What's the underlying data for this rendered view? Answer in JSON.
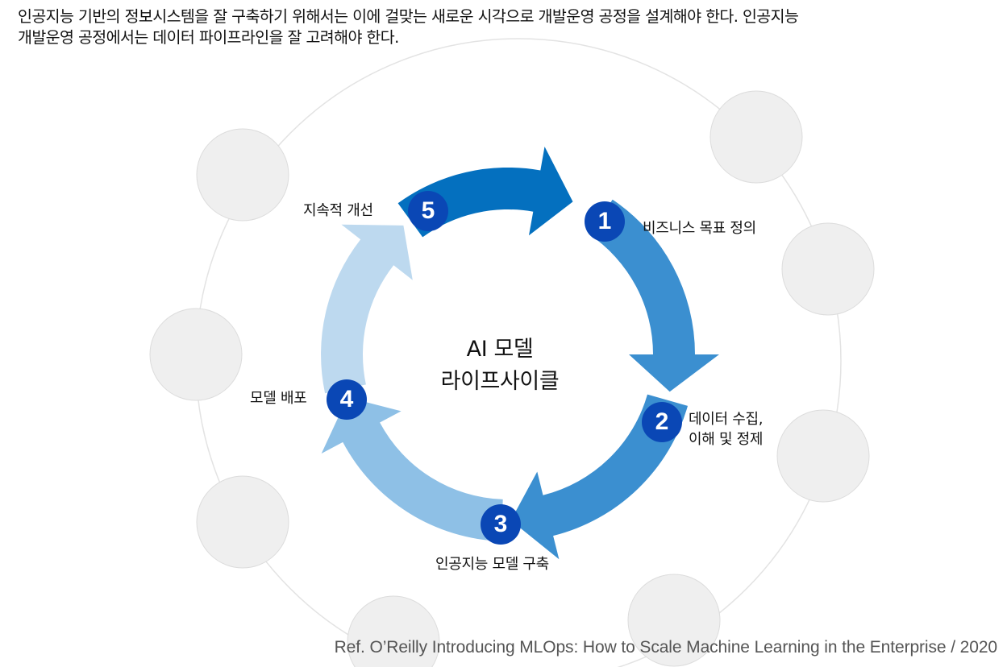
{
  "intro": {
    "line1": "인공지능 기반의 정보시스템을 잘 구축하기 위해서는 이에 걸맞는 새로운 시각으로 개발운영 공정을 설계해야 한다. 인공지능",
    "line2": "개발운영 공정에서는 데이터 파이프라인을 잘 고려해야 한다."
  },
  "diagram": {
    "center_line1": "AI 모델",
    "center_line2": "라이프사이클",
    "colors": {
      "arrow_dark": "#0470bf",
      "arrow_mid": "#3b8fd0",
      "arrow_light": "#8ec0e6",
      "arrow_lightest": "#bdd9ef",
      "badge": "#0a47b5",
      "decor_circle": "#efefef",
      "guide_ring": "#e3e3e3"
    },
    "steps": [
      {
        "number": "1",
        "label": "비즈니스 목표 정의"
      },
      {
        "number": "2",
        "label_line1": "데이터 수집,",
        "label_line2": "이해 및 정제"
      },
      {
        "number": "3",
        "label": "인공지능 모델 구축"
      },
      {
        "number": "4",
        "label": "모델 배포"
      },
      {
        "number": "5",
        "label": "지속적 개선"
      }
    ]
  },
  "reference": "Ref. O’Reilly Introducing MLOps: How to Scale Machine Learning in the Enterprise / 2020"
}
